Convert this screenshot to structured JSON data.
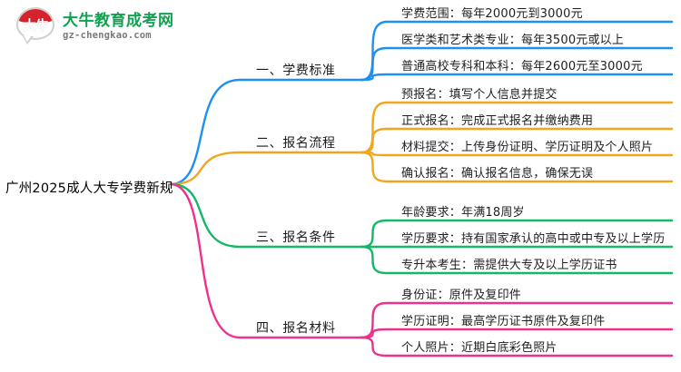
{
  "logo": {
    "badge_text": "大牛",
    "site_name": "大牛教育成考网",
    "site_url": "gz-chengkao.com"
  },
  "mindmap": {
    "root": "广州2025成人大专学费新规",
    "branches": [
      {
        "label": "一、学费标准",
        "color": "#1e90f0",
        "leaves": [
          "学费范围：每年2000元到3000元",
          "医学类和艺术类专业：每年3500元或以上",
          "普通高校专科和本科：每年2600元至3000元"
        ]
      },
      {
        "label": "二、报名流程",
        "color": "#f0a71e",
        "leaves": [
          "预报名：填写个人信息并提交",
          "正式报名：完成正式报名并缴纳费用",
          "材料提交：上传身份证明、学历证明及个人照片",
          "确认报名：确认报名信息，确保无误"
        ]
      },
      {
        "label": "三、报名条件",
        "color": "#14b866",
        "leaves": [
          "年龄要求：年满18周岁",
          "学历要求：持有国家承认的高中或中专及以上学历",
          "专升本考生：需提供大专及以上学历证书"
        ]
      },
      {
        "label": "四、报名材料",
        "color": "#f0318c",
        "leaves": [
          "身份证：原件及复印件",
          "学历证明：最高学历证书原件及复印件",
          "个人照片：近期白底彩色照片"
        ]
      }
    ]
  }
}
